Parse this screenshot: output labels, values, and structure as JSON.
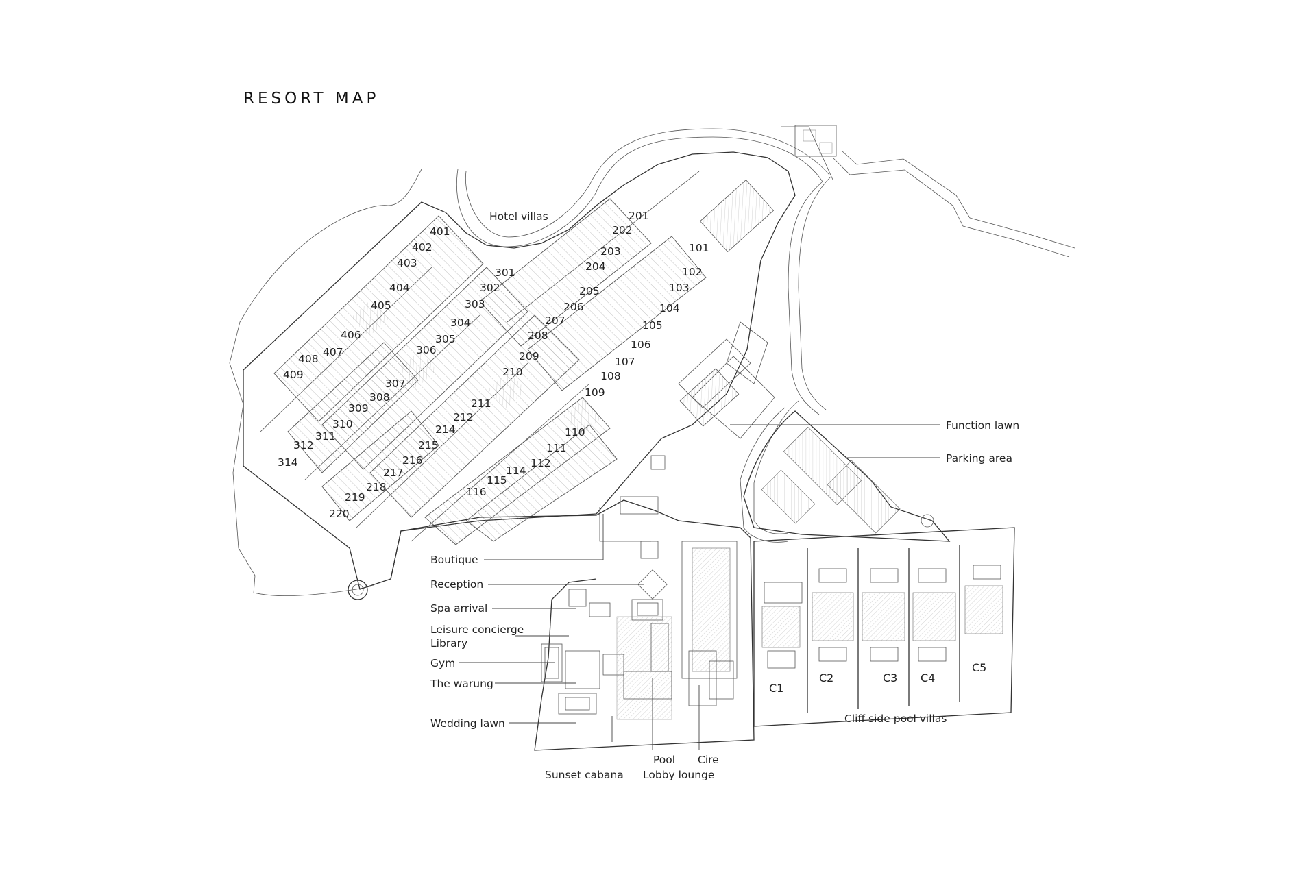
{
  "map": {
    "title": "RESORT MAP",
    "areas": {
      "hotel_villas": "Hotel villas",
      "function_lawn": "Function lawn",
      "parking_area": "Parking area",
      "cliff_side_pool_villas": "Cliff side pool villas"
    },
    "facilities": {
      "boutique": "Boutique",
      "reception": "Reception",
      "spa_arrival": "Spa arrival",
      "leisure_concierge": "Leisure concierge",
      "library": "Library",
      "gym": "Gym",
      "the_warung": "The warung",
      "wedding_lawn": "Wedding lawn",
      "sunset_cabana": "Sunset cabana",
      "pool": "Pool",
      "lobby_lounge": "Lobby lounge",
      "cire": "Cire"
    },
    "villa_numbers": [
      "401",
      "402",
      "403",
      "404",
      "405",
      "406",
      "407",
      "408",
      "409",
      "301",
      "302",
      "303",
      "304",
      "305",
      "306",
      "307",
      "308",
      "309",
      "310",
      "311",
      "312",
      "314",
      "201",
      "202",
      "203",
      "204",
      "205",
      "206",
      "207",
      "208",
      "209",
      "210",
      "211",
      "212",
      "214",
      "215",
      "216",
      "217",
      "218",
      "219",
      "220",
      "101",
      "102",
      "103",
      "104",
      "105",
      "106",
      "107",
      "108",
      "109",
      "110",
      "111",
      "112",
      "114",
      "115",
      "116"
    ],
    "cliff_villas": [
      "C1",
      "C2",
      "C3",
      "C4",
      "C5"
    ]
  }
}
